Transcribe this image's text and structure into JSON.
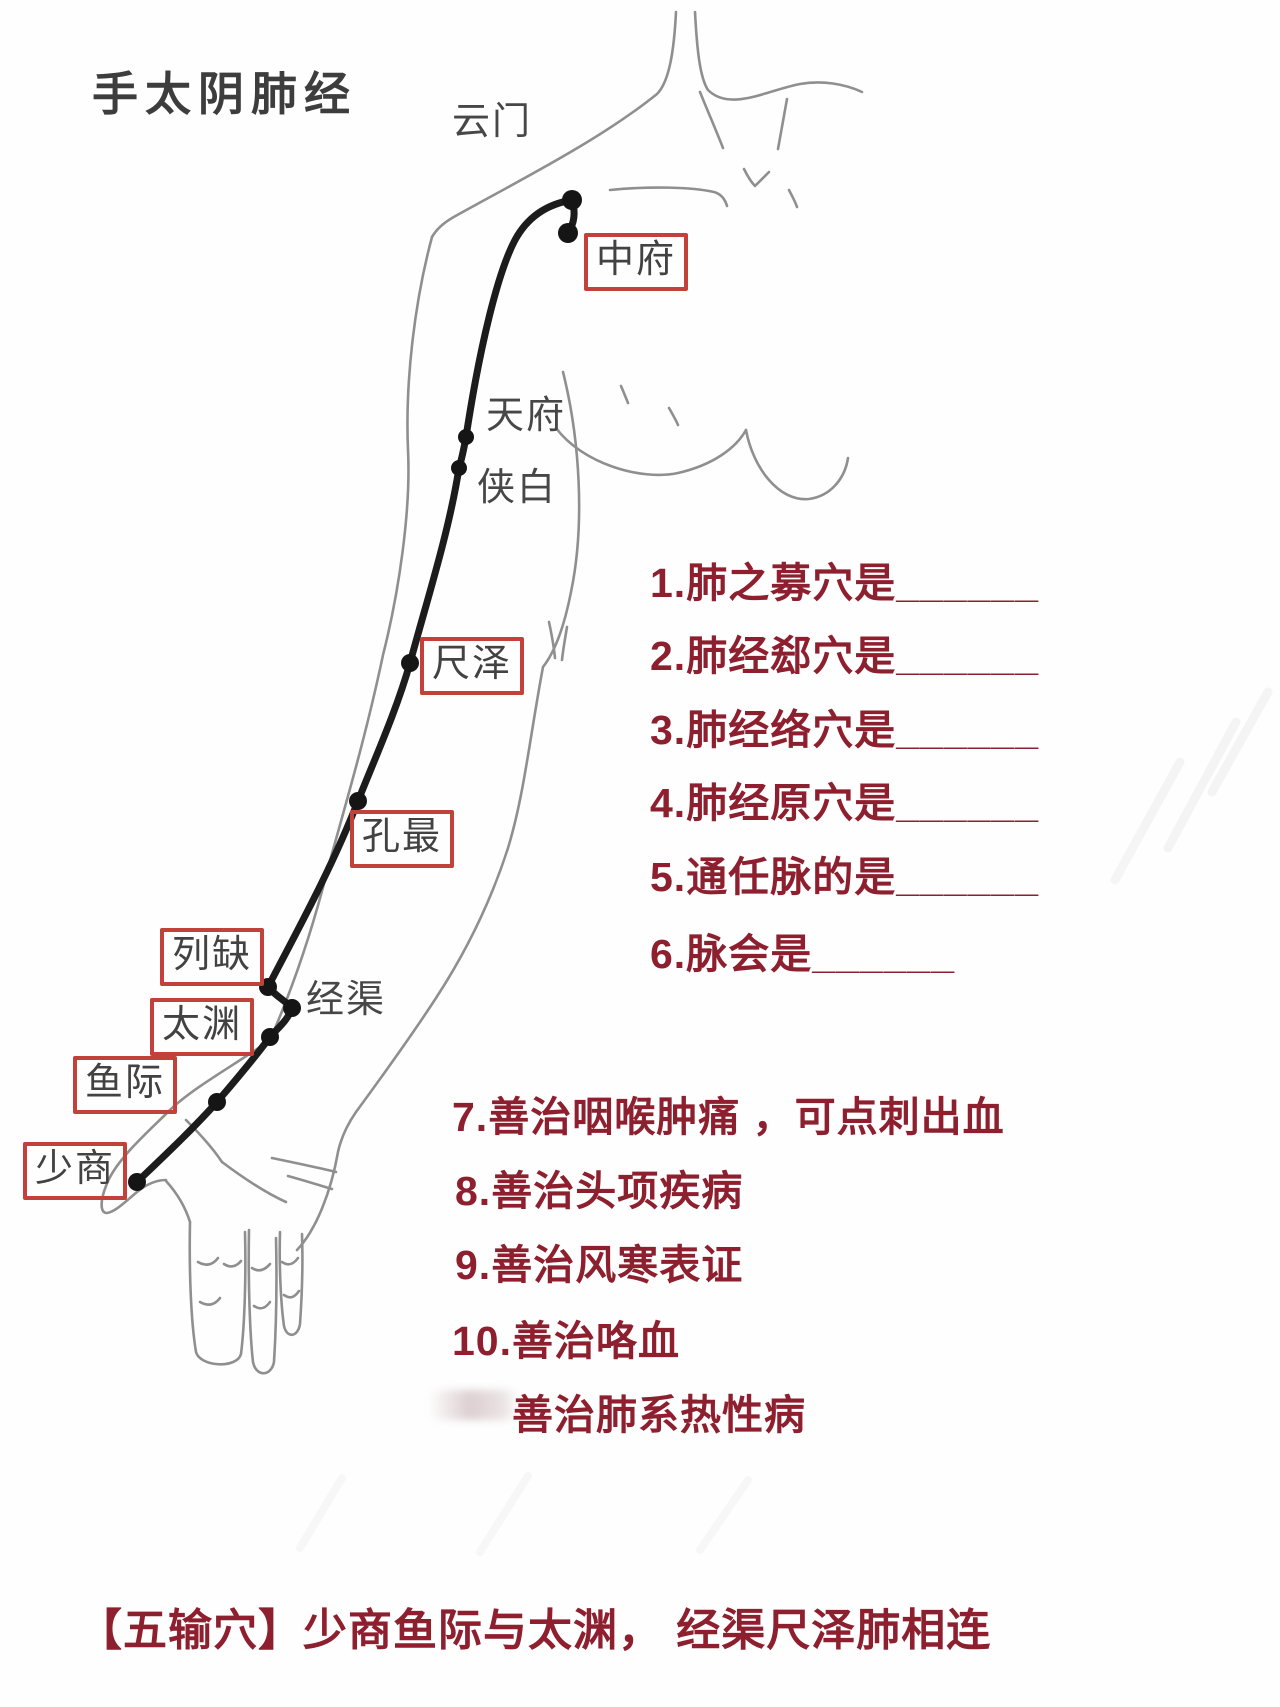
{
  "title": "手太阴肺经",
  "meridian_points": [
    {
      "name": "云门",
      "boxed": false
    },
    {
      "name": "中府",
      "boxed": true
    },
    {
      "name": "天府",
      "boxed": false
    },
    {
      "name": "侠白",
      "boxed": false
    },
    {
      "name": "尺泽",
      "boxed": true
    },
    {
      "name": "孔最",
      "boxed": true
    },
    {
      "name": "列缺",
      "boxed": true
    },
    {
      "name": "经渠",
      "boxed": false
    },
    {
      "name": "太渊",
      "boxed": true
    },
    {
      "name": "鱼际",
      "boxed": true
    },
    {
      "name": "少商",
      "boxed": true
    }
  ],
  "fill_in_questions": [
    "1.肺之募穴是______",
    "2.肺经郄穴是______",
    "3.肺经络穴是______",
    "4.肺经原穴是______",
    "5.通任脉的是______",
    "6.脉会是______"
  ],
  "treatment_notes": [
    "7.善治咽喉肿痛 ，可点刺出血",
    "8.善治头项疾病",
    "9.善治风寒表证",
    "10.善治咯血",
    "善治肺系热性病"
  ],
  "footer": "【五输穴】少商鱼际与太渊， 经渠尺泽肺相连",
  "colors": {
    "question_red": "#8e1f2e",
    "box_border_red": "#c2413a",
    "label_gray": "#474747",
    "outline_gray": "#8f8f8f",
    "meridian_black": "#1c1c1c"
  }
}
